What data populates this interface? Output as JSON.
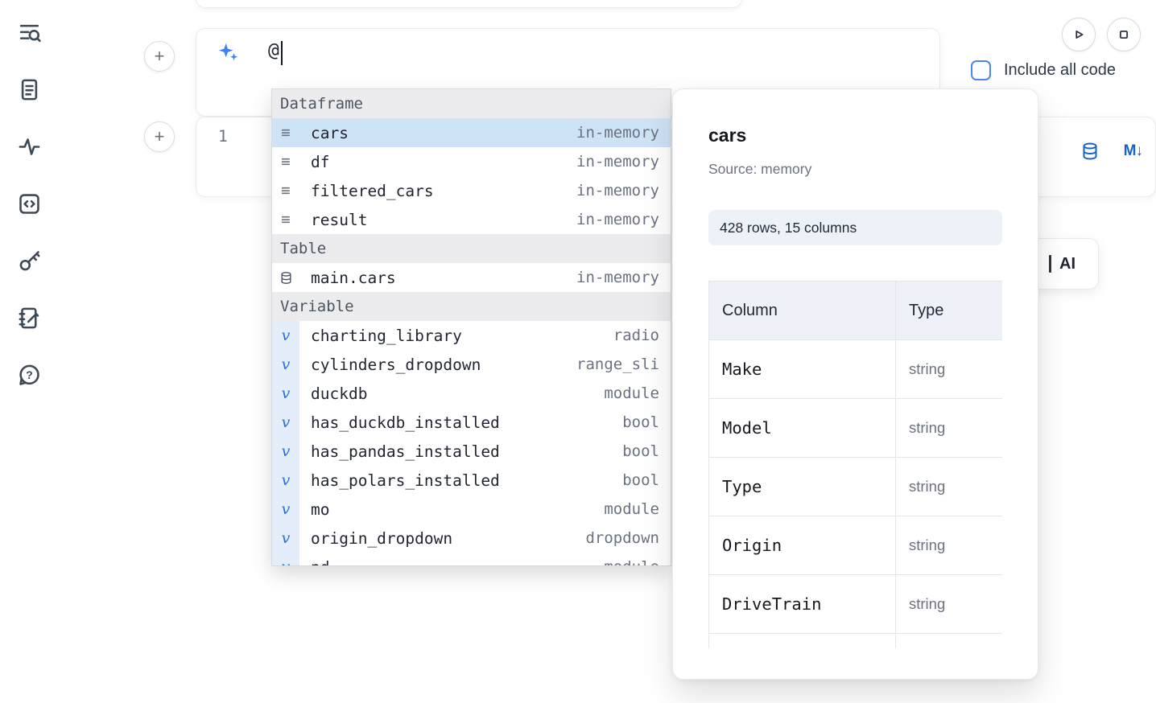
{
  "icons": {
    "plus": "+",
    "markdown": "M↓"
  },
  "sidebar": {
    "items": [
      {
        "label": "search"
      },
      {
        "label": "files"
      },
      {
        "label": "activity"
      },
      {
        "label": "snippets"
      },
      {
        "label": "secrets"
      },
      {
        "label": "scratchpad"
      },
      {
        "label": "help"
      }
    ]
  },
  "ai_prompt": {
    "value": "@"
  },
  "toolbar": {
    "include_all_code_label": "Include all code",
    "include_all_code_checked": false
  },
  "code_cell": {
    "line_number": "1"
  },
  "ai_button": {
    "label": "AI"
  },
  "completion_menu": {
    "sections": [
      {
        "label": "Dataframe",
        "items": [
          {
            "icon": "dataframe-icon",
            "name": "cars",
            "type": "in-memory",
            "selected": true
          },
          {
            "icon": "dataframe-icon",
            "name": "df",
            "type": "in-memory",
            "selected": false
          },
          {
            "icon": "dataframe-icon",
            "name": "filtered_cars",
            "type": "in-memory",
            "selected": false
          },
          {
            "icon": "dataframe-icon",
            "name": "result",
            "type": "in-memory",
            "selected": false
          }
        ]
      },
      {
        "label": "Table",
        "items": [
          {
            "icon": "database-icon",
            "name": "main.cars",
            "type": "in-memory",
            "selected": false
          }
        ]
      },
      {
        "label": "Variable",
        "items": [
          {
            "icon": "variable-icon",
            "name": "charting_library",
            "type": "radio",
            "selected": false
          },
          {
            "icon": "variable-icon",
            "name": "cylinders_dropdown",
            "type": "range_sli",
            "selected": false
          },
          {
            "icon": "variable-icon",
            "name": "duckdb",
            "type": "module",
            "selected": false
          },
          {
            "icon": "variable-icon",
            "name": "has_duckdb_installed",
            "type": "bool",
            "selected": false
          },
          {
            "icon": "variable-icon",
            "name": "has_pandas_installed",
            "type": "bool",
            "selected": false
          },
          {
            "icon": "variable-icon",
            "name": "has_polars_installed",
            "type": "bool",
            "selected": false
          },
          {
            "icon": "variable-icon",
            "name": "mo",
            "type": "module",
            "selected": false
          },
          {
            "icon": "variable-icon",
            "name": "origin_dropdown",
            "type": "dropdown",
            "selected": false
          },
          {
            "icon": "variable-icon",
            "name": "pd",
            "type": "module",
            "selected": false,
            "partial": true
          }
        ]
      }
    ]
  },
  "preview_panel": {
    "title": "cars",
    "source": "Source: memory",
    "shape_badge": "428 rows, 15 columns",
    "table": {
      "headers": [
        "Column",
        "Type"
      ],
      "rows": [
        {
          "column": "Make",
          "type": "string"
        },
        {
          "column": "Model",
          "type": "string"
        },
        {
          "column": "Type",
          "type": "string"
        },
        {
          "column": "Origin",
          "type": "string"
        },
        {
          "column": "DriveTrain",
          "type": "string"
        }
      ]
    }
  },
  "colors": {
    "accent_blue": "#3b82f6",
    "icon_blue": "#1565c0",
    "selection_bg": "#cfe3f6",
    "section_header_bg": "#ececee"
  }
}
